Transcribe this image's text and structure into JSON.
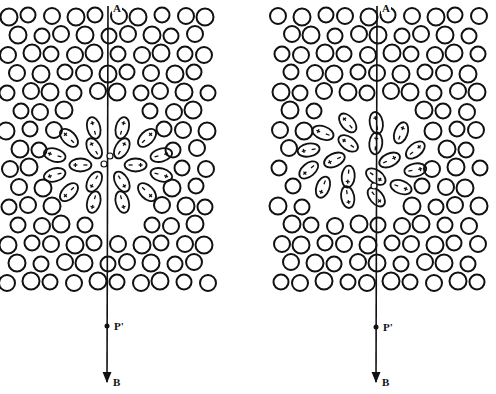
{
  "diagram": {
    "labels": [
      "A",
      "B",
      "P'",
      "A",
      "B",
      "P'"
    ]
  }
}
